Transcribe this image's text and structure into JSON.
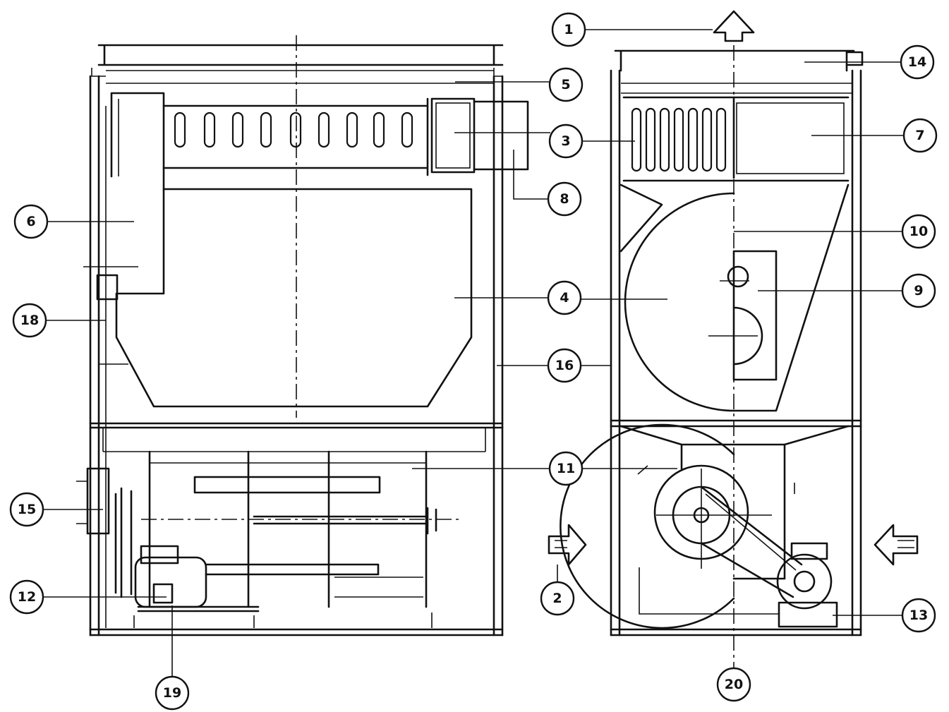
{
  "callouts": [
    {
      "id": "c1",
      "label": "1"
    },
    {
      "id": "c2",
      "label": "2"
    },
    {
      "id": "c3",
      "label": "3"
    },
    {
      "id": "c3r",
      "label": "3"
    },
    {
      "id": "c4",
      "label": "4"
    },
    {
      "id": "c5",
      "label": "5"
    },
    {
      "id": "c6",
      "label": "6"
    },
    {
      "id": "c7",
      "label": "7"
    },
    {
      "id": "c8",
      "label": "8"
    },
    {
      "id": "c9",
      "label": "9"
    },
    {
      "id": "c10",
      "label": "10"
    },
    {
      "id": "c11",
      "label": "11"
    },
    {
      "id": "c12",
      "label": "12"
    },
    {
      "id": "c13",
      "label": "13"
    },
    {
      "id": "c14",
      "label": "14"
    },
    {
      "id": "c15",
      "label": "15"
    },
    {
      "id": "c16",
      "label": "16"
    },
    {
      "id": "c18",
      "label": "18"
    },
    {
      "id": "c19",
      "label": "19"
    },
    {
      "id": "c20",
      "label": "20"
    }
  ],
  "colors": {
    "ink": "#111111",
    "paper": "#ffffff"
  }
}
